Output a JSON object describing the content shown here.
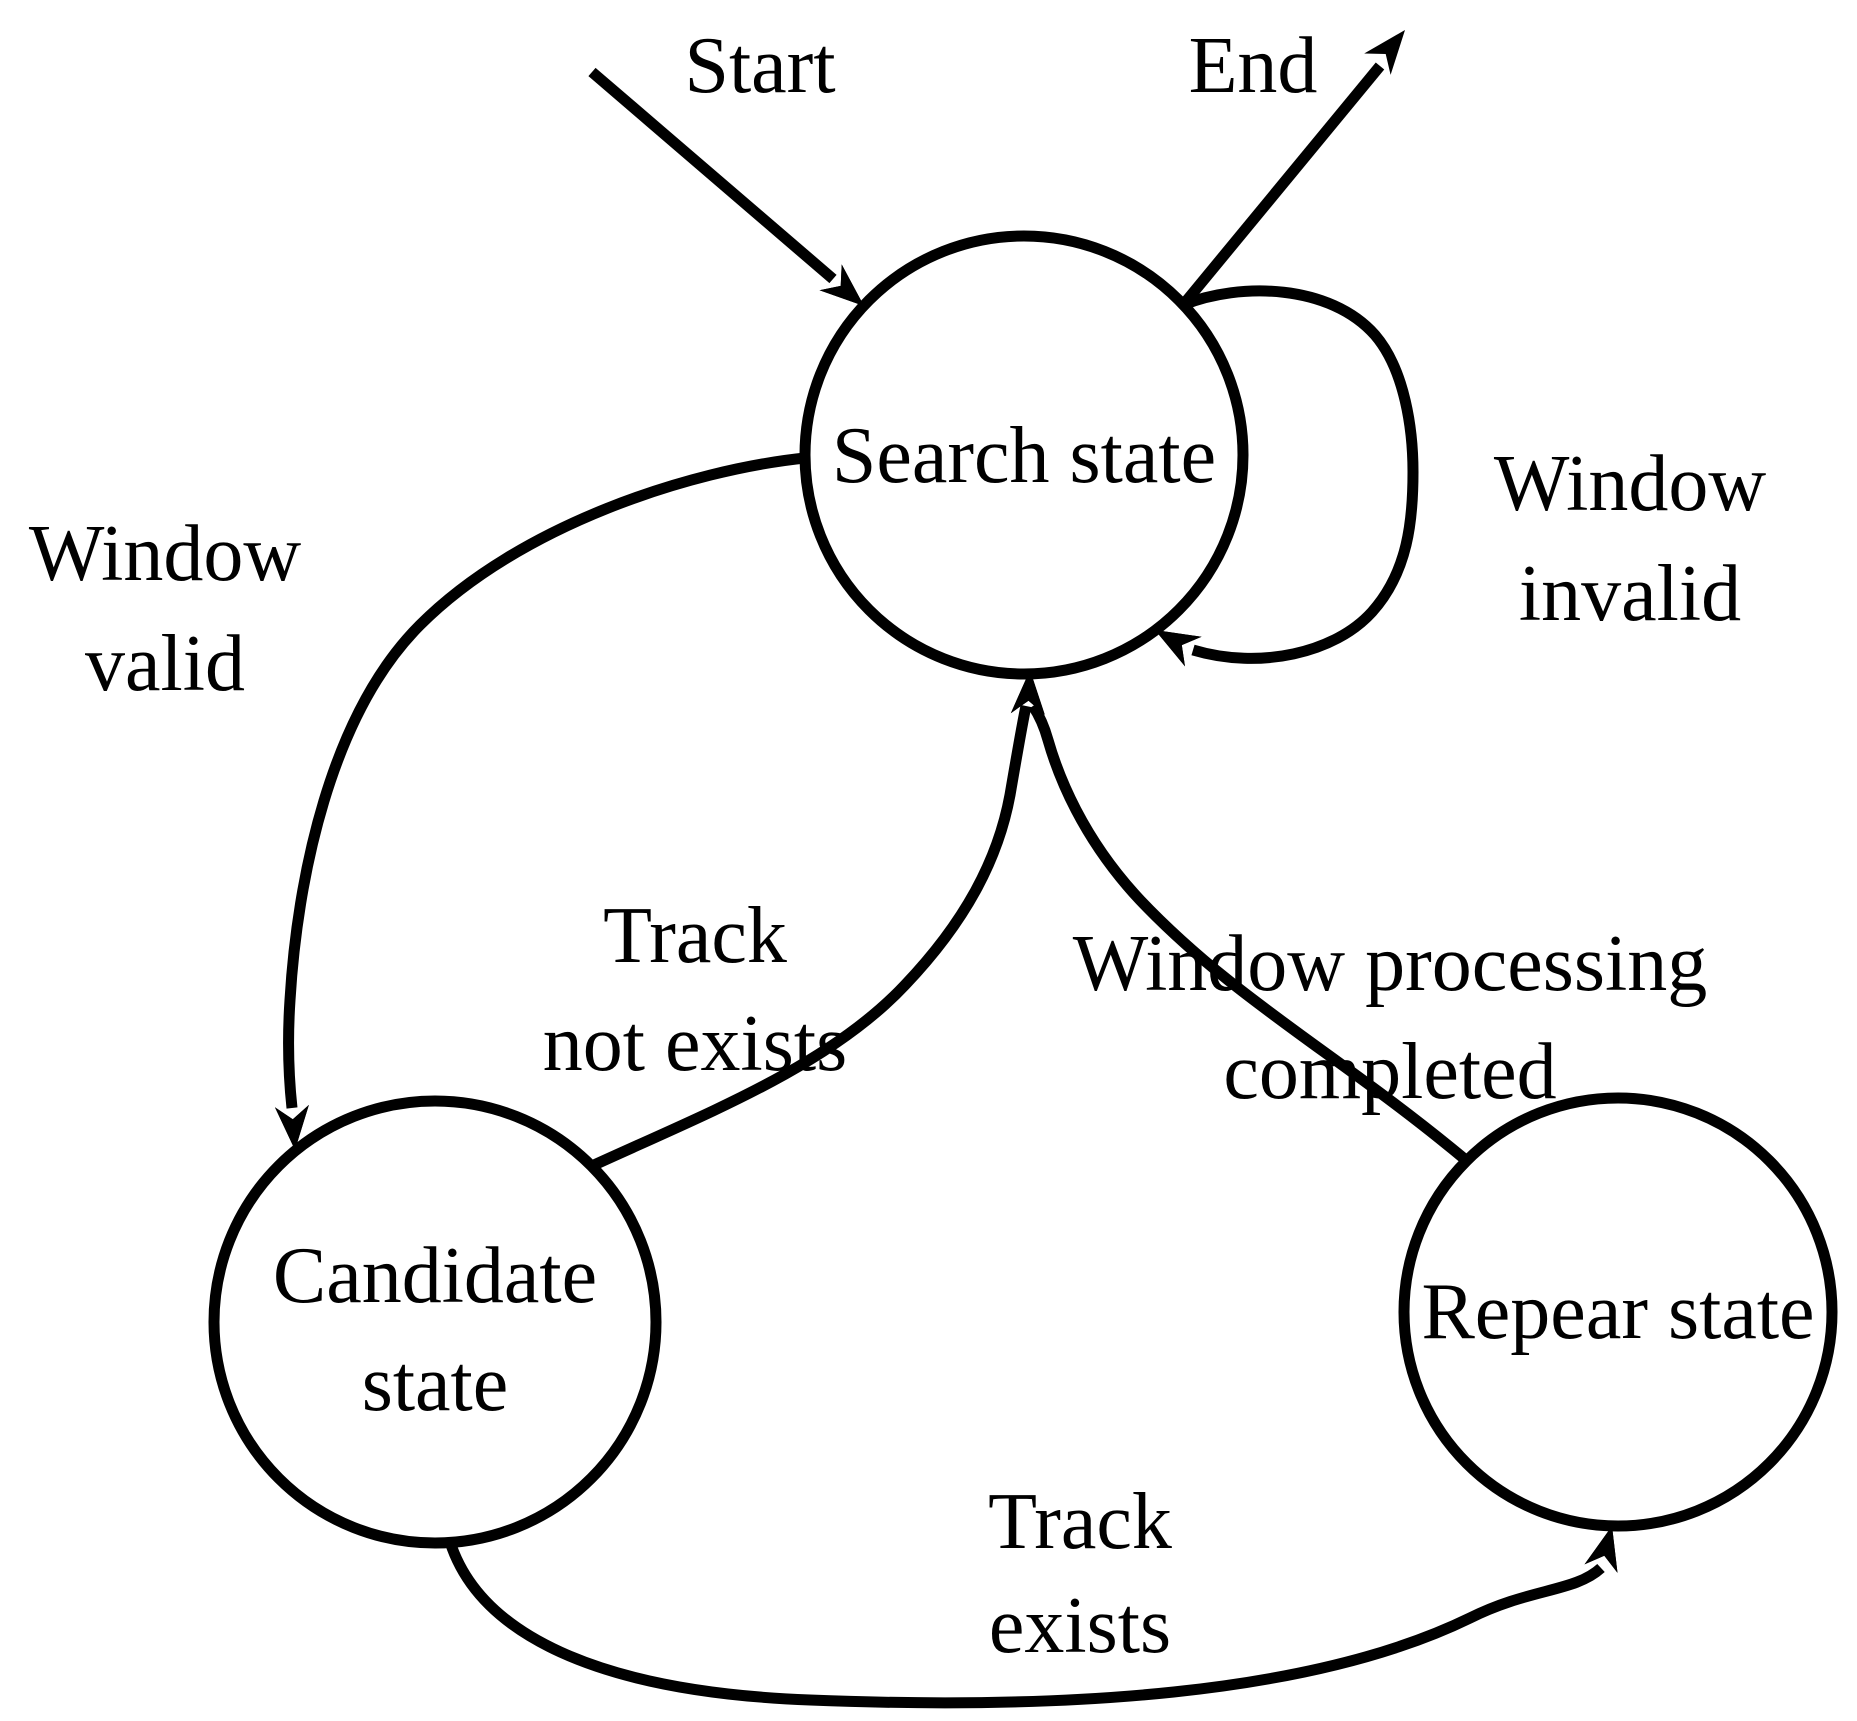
{
  "diagram": {
    "type": "state-machine",
    "background_color": "#ffffff",
    "line_color": "#000000",
    "states": {
      "search": {
        "label": "Search state"
      },
      "candidate": {
        "line1": "Candidate",
        "line2": "state"
      },
      "repear": {
        "label": "Repear state"
      }
    },
    "transitions": {
      "start": {
        "label": "Start"
      },
      "end": {
        "label": "End"
      },
      "window_invalid": {
        "line1": "Window",
        "line2": "invalid"
      },
      "window_valid": {
        "line1": "Window",
        "line2": "valid"
      },
      "track_not_exists": {
        "line1": "Track",
        "line2": "not exists"
      },
      "window_processing_completed": {
        "line1": "Window processing",
        "line2": "completed"
      },
      "track_exists": {
        "line1": "Track",
        "line2": "exists"
      }
    }
  }
}
